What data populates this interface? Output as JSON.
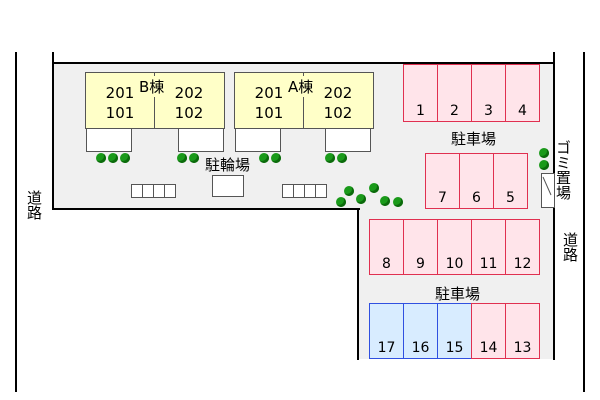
{
  "building_b": {
    "wing": "B棟",
    "left_units": [
      "201",
      "101"
    ],
    "right_units": [
      "202",
      "102"
    ]
  },
  "building_a": {
    "wing": "A棟",
    "left_units": [
      "201",
      "101"
    ],
    "right_units": [
      "202",
      "102"
    ]
  },
  "labels": {
    "bicycle_parking": "駐輪場",
    "parking_top": "駐車場",
    "parking_bottom": "駐車場",
    "garbage": "ゴミ置場",
    "road_left": "道路",
    "road_right": "道路"
  },
  "parking": {
    "row1": [
      "1",
      "2",
      "3",
      "4"
    ],
    "row2": [
      "7",
      "6",
      "5"
    ],
    "row3": [
      "8",
      "9",
      "10",
      "11",
      "12"
    ],
    "row4_blue": [
      "17",
      "16",
      "15"
    ],
    "row4_pink": [
      "14",
      "13"
    ]
  },
  "colors": {
    "site": "#f0f0f0",
    "building": "#ffffc8",
    "stall_pink": "#ffe4ea",
    "stall_blue": "#d8ecff",
    "tree": "#1a9a1a"
  }
}
